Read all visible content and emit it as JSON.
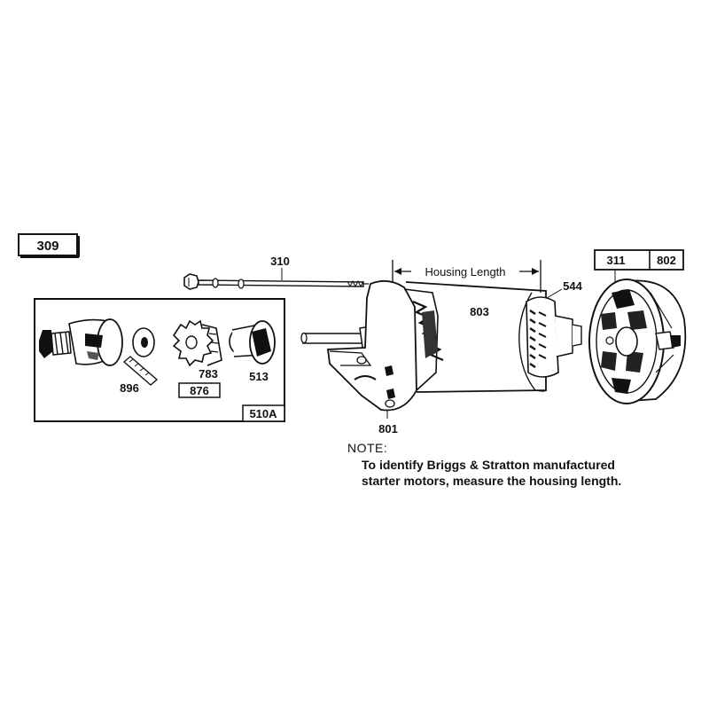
{
  "diagram": {
    "page_label": "309",
    "labels": {
      "bolt": "310",
      "drive_kit": "510A",
      "clutch_assembly": "876",
      "spring": "896",
      "gear": "783",
      "drive_cap": "513",
      "drive_end_cap": "801",
      "housing": "803",
      "armature": "544",
      "brush": "311",
      "end_cap_kit": "802"
    },
    "housing_length_label": "Housing Length"
  },
  "note": {
    "title": "NOTE:",
    "line1": "To identify Briggs & Stratton manufactured",
    "line2": "starter motors, measure the housing length."
  }
}
